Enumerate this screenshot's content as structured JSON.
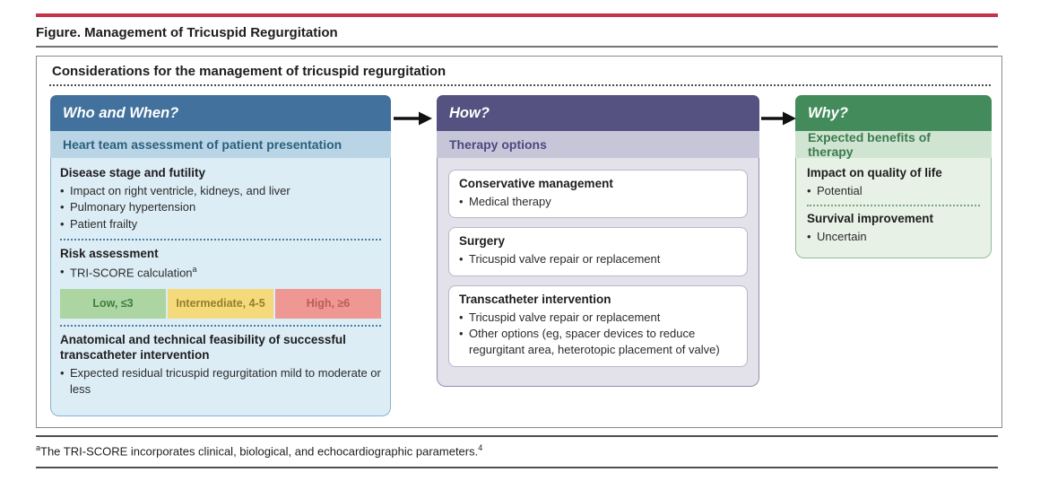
{
  "figure": {
    "title": "Figure. Management of Tricuspid Regurgitation",
    "panel_title": "Considerations for the management of tricuspid regurgitation"
  },
  "who_when": {
    "header": "Who and When?",
    "subheader": "Heart team assessment of patient presentation",
    "disease": {
      "heading": "Disease stage and futility",
      "bullets": [
        "Impact on right ventricle, kidneys, and liver",
        "Pulmonary hypertension",
        "Patient frailty"
      ]
    },
    "risk": {
      "heading": "Risk assessment",
      "bullet": "TRI-SCORE calculation",
      "bullet_sup": "a"
    },
    "score_bar": {
      "segments": [
        {
          "label": "Low, ≤3",
          "bg": "#acd5a2",
          "color": "#3e7e3e"
        },
        {
          "label": "Intermediate, 4-5",
          "bg": "#f4da7b",
          "color": "#93802c"
        },
        {
          "label": "High, ≥6",
          "bg": "#ee9793",
          "color": "#c05b56"
        }
      ]
    },
    "feasibility": {
      "heading": "Anatomical and technical feasibility of successful transcatheter intervention",
      "bullets": [
        "Expected residual tricuspid regurgitation mild to moderate or less"
      ]
    }
  },
  "how": {
    "header": "How?",
    "subheader": "Therapy options",
    "cards": [
      {
        "heading": "Conservative management",
        "bullets": [
          "Medical therapy"
        ]
      },
      {
        "heading": "Surgery",
        "bullets": [
          "Tricuspid valve repair or replacement"
        ]
      },
      {
        "heading": "Transcatheter intervention",
        "bullets": [
          "Tricuspid valve repair or replacement",
          "Other options (eg, spacer devices to reduce regurgitant area, heterotopic placement of valve)"
        ]
      }
    ]
  },
  "why": {
    "header": "Why?",
    "subheader": "Expected benefits of therapy",
    "items": [
      {
        "heading": "Impact on quality of life",
        "bullet": "Potential"
      },
      {
        "heading": "Survival improvement",
        "bullet": "Uncertain"
      }
    ]
  },
  "footnote": {
    "marker": "a",
    "text": "The TRI-SCORE incorporates clinical, biological, and echocardiographic parameters.",
    "citation": "4"
  },
  "palette": {
    "journal_red_rule": "#c5334a",
    "who_header_bg": "#41719c",
    "who_sub_bg": "#b9d5e5",
    "who_body_bg": "#dcedf6",
    "how_header_bg": "#555180",
    "how_sub_bg": "#c7c6d8",
    "how_body_bg": "#e3e2eb",
    "why_header_bg": "#448b5b",
    "why_sub_bg": "#cfe4d1",
    "why_body_bg": "#e7f1e5",
    "arrow": "#111111"
  }
}
